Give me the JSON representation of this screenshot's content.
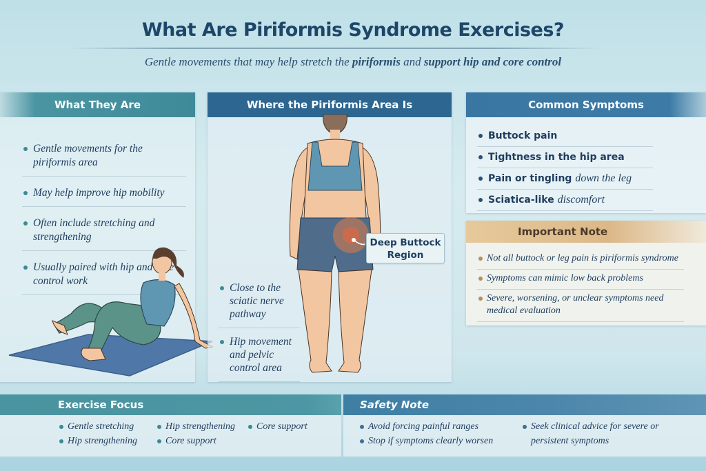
{
  "header": {
    "title": "What Are Piriformis Syndrome Exercises?",
    "subtitle_parts": [
      "Gentle movements that may help stretch the ",
      "piriformis",
      " and ",
      "support hip and core control"
    ]
  },
  "panels": {
    "what_they_are": {
      "title": "What They Are",
      "items": [
        "Gentle movements for the piriformis area",
        "May help improve hip mobility",
        "Often include stretching and strengthening",
        "Usually paired with hip and core control work"
      ]
    },
    "where": {
      "title": "Where the Piriformis Area Is",
      "callout": [
        "Deep Buttock",
        "Region"
      ],
      "items": [
        "Close to the sciatic nerve pathway",
        "Hip movement and pelvic control area"
      ]
    },
    "symptoms": {
      "title": "Common Symptoms",
      "items": [
        {
          "strong": "Buttock pain",
          "em": ""
        },
        {
          "strong": "Tightness in the hip area",
          "em": ""
        },
        {
          "strong": "Pain or tingling ",
          "em": "down the leg"
        },
        {
          "strong": "Sciatica-like ",
          "em": "discomfort"
        }
      ]
    },
    "important_note": {
      "title": "Important Note",
      "items": [
        "Not all buttock or leg pain is piriformis syndrome",
        "Symptoms can mimic low back problems",
        "Severe, worsening, or unclear symptoms need medical evaluation"
      ]
    }
  },
  "bottom": {
    "exercise_focus": {
      "title": "Exercise Focus",
      "col1": [
        "Gentle stretching",
        "Hip strengthening"
      ],
      "col2": [
        "Hip strengthening",
        "Core support"
      ],
      "col3": [
        "Core support"
      ]
    },
    "safety_note": {
      "title": "Safety Note",
      "col1": [
        "Avoid forcing painful ranges",
        "Stop if symptoms clearly worsen"
      ],
      "col2": [
        "Seek clinical advice for severe or persistent symptoms"
      ]
    }
  },
  "colors": {
    "title": "#1d4668",
    "teal_header": "#4a95a2",
    "blue_header": "#2d6690",
    "gold_header": "#dcb888",
    "highlight": "#e07a4a"
  }
}
